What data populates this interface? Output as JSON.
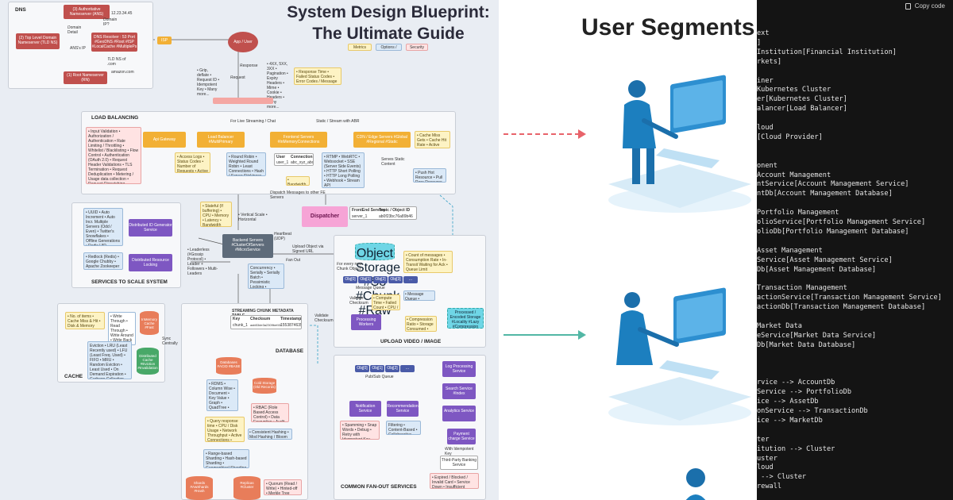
{
  "blueprint": {
    "title_line1": "System Design Blueprint:",
    "title_line2": "The Ultimate Guide",
    "legend": [
      "Metrics",
      "Options / Algo",
      "Security"
    ],
    "dns": {
      "label": "DNS",
      "ans": "(3) Authoritative Nameserver (ANS)",
      "ip": "12.23.34.45",
      "domain_detail": "Domain Detail",
      "domain_ip": "Domain IP?",
      "tld": "(2) Top Level Domain Nameserver (TLD NS)",
      "ans_ip": "ANS's IP",
      "resolver": "DNS Resolver : 53 Port #GeoDNS #Root #ISP #LocalCache #MultiplePs",
      "isp": "ISP",
      "tld_ns": "TLD NS of .com",
      "amazon": "amazon.com",
      "root": "(1) Root Nameserver (RN)"
    },
    "client": {
      "app_user": "App / User",
      "request": "Request",
      "response": "Response",
      "request_notes": "• Grip, deflate  • Request ID  • Idempotent Key  • Many more...",
      "response_notes": "• 4XX, 5XX, 3XX  • Pagination  • Expiry Headers  • Mime  • Cookie  • Headers  • many more...",
      "metrics": "• Response Time  • Failed Status Codes  • Error Codes / Message"
    },
    "load_balancing": {
      "label": "LOAD BALANCING",
      "live": "For Live Streaming / Chat",
      "static": "Static / Stream with ABR",
      "api_gateway": "Api Gateway",
      "load_balancer": "Load Balancer #MultiPrimary",
      "frontend": "Frontend Servers #InMemoryConnections",
      "cdn": "CDN / Edge Servers #Global #Regional #Static",
      "gw_security": "• Input Validation  • Authorization / Authentication  • Rate Limiting / Throttling  • Whitelist / Blacklisting  • Flow Control  • Authentication (OAuth 2.0)  • Request Header Validations  • TLS Termination  • Request Deduplication  • Metering / Usage data collection  • Request Dispatching",
      "gw_metrics": "• Access Logs  • Status Codes  • Number of Requests  • Active Connections",
      "lb_algos": "• Round Robin  • Weighted Round Robin  • Least Connections  • Hash / Server Stickiness  • Random",
      "conn_user": "User",
      "conn_connection": "Connection",
      "conn_row_user": "user_1",
      "conn_row_value": "abc_xyz_abc",
      "protocols": "• RTMP  • WebRTC  • Websocket  • SSE (Server Side Events)  • HTTP Short Polling  • HTTP Long Polling  • Webhook  • Stream API",
      "bandwidth": "• Bandwidth  • Topics",
      "cdn_metrics": "• Cache Miss Gets  • Cache Hit Rate  • Active Resources  • Total Resources",
      "serves": "Serves Static Content",
      "cdn_algos": "• Push Hot Resource  • Pull Rare Resource  • Hybrid"
    },
    "dispatch": {
      "dispatch_msg": "Dispatch Messages to other FE Servers",
      "dispatcher": "Dispatcher",
      "fe_servers": "FrontEnd Servers",
      "topic": "Topic / Object ID",
      "row_server": "server_1",
      "row_topic": "ab0f23bc76a89b46"
    },
    "scale": {
      "label": "SERVICES TO SCALE SYSTEM",
      "uuid": "• UUID  • Auto Increment  • Auto Incr. Multiple Servers (Odd / Even)  • Twitter's Snowflakes  • Offline Generations  • Redis UID generator  • Sonyflake",
      "id_gen": "Distributed ID Generator Service",
      "locks": "• Redlock (Redis)  • Google Chubby  • Apache Zookeeper",
      "lock_service": "Distributed Resource Locking",
      "leader": "• Leaderless  (#Gossip Protocol)  • Leader + Followers  • Multi-Leaders",
      "resources": "• Stateful (If buffering)  • CPU  • Memory  • Latency  • Bandwidth",
      "scale_types": "• Vertical Scale  • Horizontal",
      "backend": "Backend Servers #ClusterOfServers #MicroService",
      "heartbeat": "Heartbeat (UDP)",
      "concurrency": "Concurrency  • Serially  • Serially Batch  • Pessimistic Locking  • Optimistic Locking",
      "fanout": "Fan Out",
      "upload_url": "Upload Object via Signed URL"
    },
    "upload": {
      "label": "UPLOAD VIDEO / IMAGE",
      "object_storage": "Object Storage #S3 #Chunk #Raw",
      "every_chunk": "For every new Chunk Object",
      "metrics": "• Count of messages  • Consumption Rate  • In-Transit Waiting for Ack  • Queue Limit",
      "queue": "Message Queue",
      "q_cells": [
        "Obj[0]",
        "Obj[1]",
        "Obj[2]",
        "Obj[3]",
        "..."
      ],
      "validate": "Validate Checksum",
      "proc_metrics": "• Compute Time  • Failed Count  • CPU / Disk, etc",
      "mq_types": "• Message Queue  • Pub/Sub Queue",
      "processing": "Processing Workers",
      "proc_stats": "• Compression Ratio  • Storage Consumed  • Object Count",
      "processed": "Processed / Encoded Storage #Locality #Lazy #Compression"
    },
    "cache": {
      "label": "CACHE",
      "metrics": "• No. of items  • Cache Miss & Hit  • Disk & Memory Usage",
      "strategies": "• Write Through  • Read Through  • Write Around  • Write Back",
      "inmem": "InMemory Cache #Fast",
      "sync": "Sync Centrally",
      "eviction": "Eviction  • LRU (Least Recently used)  • LFU (Least Freq. Used)  • FIFO  • MRU  • Random Eviction  • Least Used  • On Demand Expiration  • Garbage Collection",
      "distributed": "Distributed Cache #Eviction #Invalidation"
    },
    "database": {
      "label": "DATABASE",
      "table_title": "STREAMING CHUNK METADATA TABLE",
      "col_key": "Key",
      "col_checksum": "Checksum",
      "col_timestamp": "Timestamp",
      "row_key": "chunk_1",
      "row_checksum": "aab53de3a2309bef45",
      "row_timestamp": "1553874635",
      "db_main": "Databases #ACID #BASE",
      "cold": "Cold Storage (Old Records)",
      "types": "• RDMS  • Column Wise  • Document  • Key Value  • Graph  • QuadTree  • Time-series",
      "security": "• RBAC (Role Based Access Control)  • Data Encryption  • Audit Trail",
      "metrics": "• Query response time  • CPU / Disk Usage  • Network Throughput  • Active Connections  • Storage",
      "hashing": "• Consistent Hashing  • Mod Hashing / Bloom Filter",
      "sharding": "• Range-based Sharding  • Hash-based Sharding  • Geographical Sharding  • Directory-based Sharding",
      "shards": "Shards #AwShards #Hash",
      "replicas": "Replicas #Cluster",
      "quorum": "• Quorum (Read / Write)  • Hinted-off  • Merkle Tree (Algo)"
    },
    "fanout": {
      "label": "COMMON FAN-OUT SERVICES",
      "q_cells": [
        "Obj[0]",
        "Obj[1]",
        "Obj[2]",
        "..."
      ],
      "pubsub": "Pub/Sub Queue",
      "notification": "Notification Service",
      "recommendation": "Recommendation Service",
      "log": "Log Processing Service",
      "search": "Search Service #Index",
      "analytics": "Analytics Service",
      "payment": "Payment charge Service",
      "notif_features": "• Spamming  • Snap Words  • Debug  • Retry with Idempotent Key",
      "rec_features": "Filtering  • Content-Based  • Collaborative",
      "idempotent": "With Idempotent Key",
      "third_party": "Third-Party Banking Service",
      "payment_errors": "• Expired / Blocked / Invalid Card  • Service Down  • Insufficient Balance"
    }
  },
  "segments": {
    "title": "User Segments"
  },
  "code_panel": {
    "copy_label": "Copy code",
    "lines": [
      "ext",
      "]",
      "Institution[Financial Institution]",
      "rkets]",
      "",
      "iner",
      "Kubernetes Cluster",
      "er[Kubernetes Cluster]",
      "alancer[Load Balancer]",
      "",
      "loud",
      "[Cloud Provider]",
      "",
      "",
      "onent",
      "Account Management",
      "ntService[Account Management Service]",
      "ntDb[Account Management Database]",
      "",
      "Portfolio Management",
      "olioService[Portfolio Management Service]",
      "olioDb[Portfolio Management Database]",
      "",
      "Asset Management",
      "Service[Asset Management Service]",
      "Db[Asset Management Database]",
      "",
      "Transaction Management",
      "actionService[Transaction Management Service]",
      "actionDb[Transaction Management Database]",
      "",
      "Market Data",
      "eService[Market Data Service]",
      "Db[Market Data Database]",
      "",
      "",
      "",
      "rvice --> AccountDb",
      "Service --> PortfolioDb",
      "ice --> AssetDb",
      "onService --> TransactionDb",
      "ice --> MarketDb",
      "",
      "ter",
      "itution --> Cluster",
      "uster",
      "loud",
      " --> Cluster",
      "rewall"
    ]
  },
  "colors": {
    "red_box": "#c0504d",
    "orange_box": "#f2b035",
    "purple_box": "#7e57c2",
    "accent_blue": "#2f9ec4",
    "teal_arrow": "#52b7a5",
    "red_arrow": "#e8636a",
    "code_bg": "#141414"
  }
}
